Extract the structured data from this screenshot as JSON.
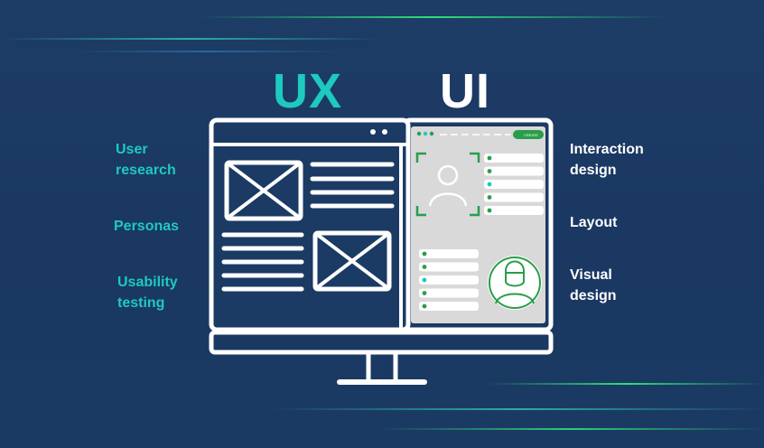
{
  "headings": {
    "ux": "UX",
    "ui": "UI"
  },
  "ux_labels": [
    "User\nresearch",
    "Personas",
    "Usability\ntesting"
  ],
  "ui_labels": [
    "Interaction\ndesign",
    "Layout",
    "Visual\ndesign"
  ],
  "ui_mockup": {
    "button_label": "CREATE"
  },
  "colors": {
    "background": "#1b3a64",
    "ux_accent": "#1ec9c0",
    "ui_text": "#ffffff",
    "ui_panel": "#d9d9d9",
    "ui_green": "#2a9d4a"
  },
  "icons": [
    "wireframe-image-placeholder-icon",
    "user-avatar-icon",
    "checkmark-icon"
  ]
}
